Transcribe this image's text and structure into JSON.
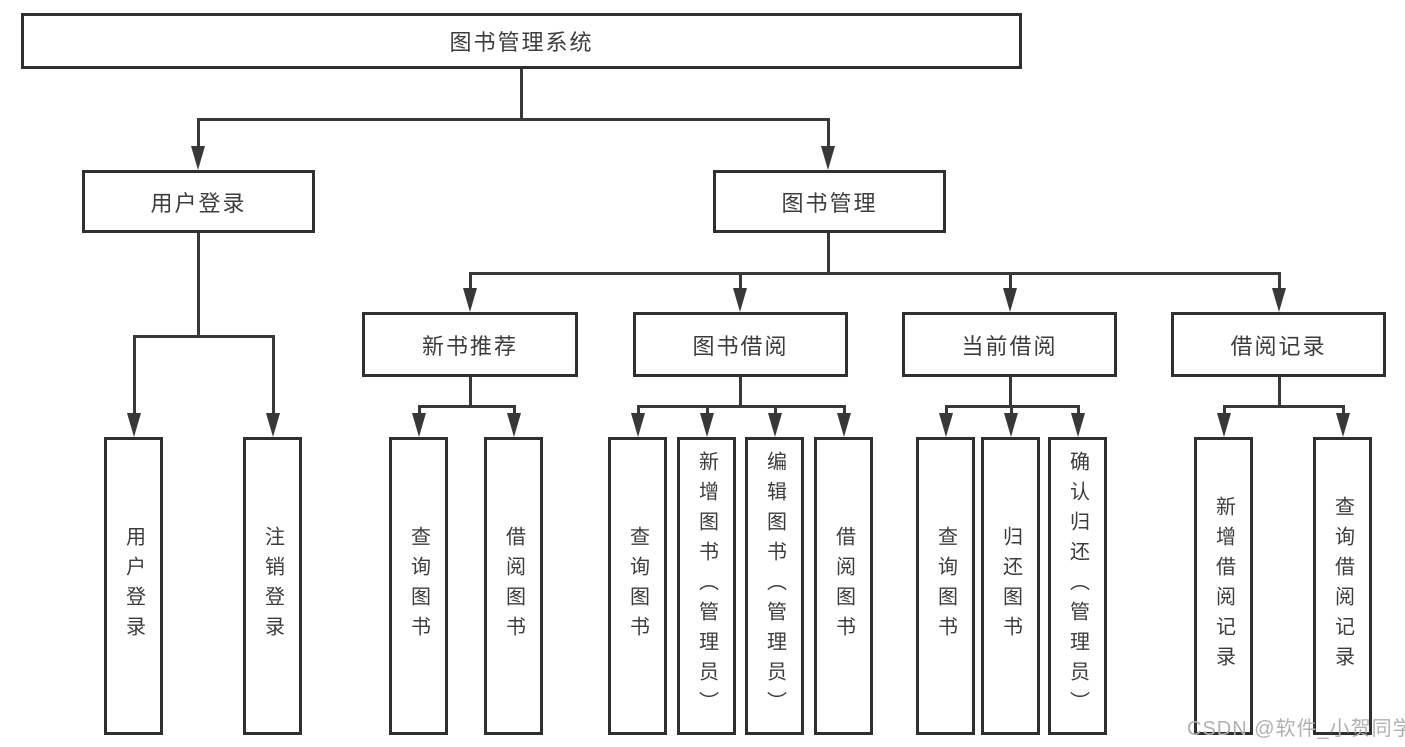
{
  "diagram": {
    "root": {
      "label": "图书管理系统"
    },
    "children": [
      {
        "label": "用户登录",
        "children": [
          "用户登录",
          "注销登录"
        ]
      },
      {
        "label": "图书管理",
        "children": [
          {
            "label": "新书推荐",
            "children": [
              "查询图书",
              "借阅图书"
            ]
          },
          {
            "label": "图书借阅",
            "children": [
              "查询图书",
              "新增图书（管理员）",
              "编辑图书（管理员）",
              "借阅图书"
            ]
          },
          {
            "label": "当前借阅",
            "children": [
              "查询图书",
              "归还图书",
              "确认归还（管理员）"
            ]
          },
          {
            "label": "借阅记录",
            "children": [
              "新增借阅记录",
              "查询借阅记录"
            ]
          }
        ]
      }
    ]
  },
  "watermark": "CSDN @软件_小贺同学",
  "colors": {
    "line": "#383838",
    "border": "#2f2f2f",
    "text": "#3c3c3c",
    "watermark": "#b0b0b0",
    "background": "#ffffff"
  }
}
